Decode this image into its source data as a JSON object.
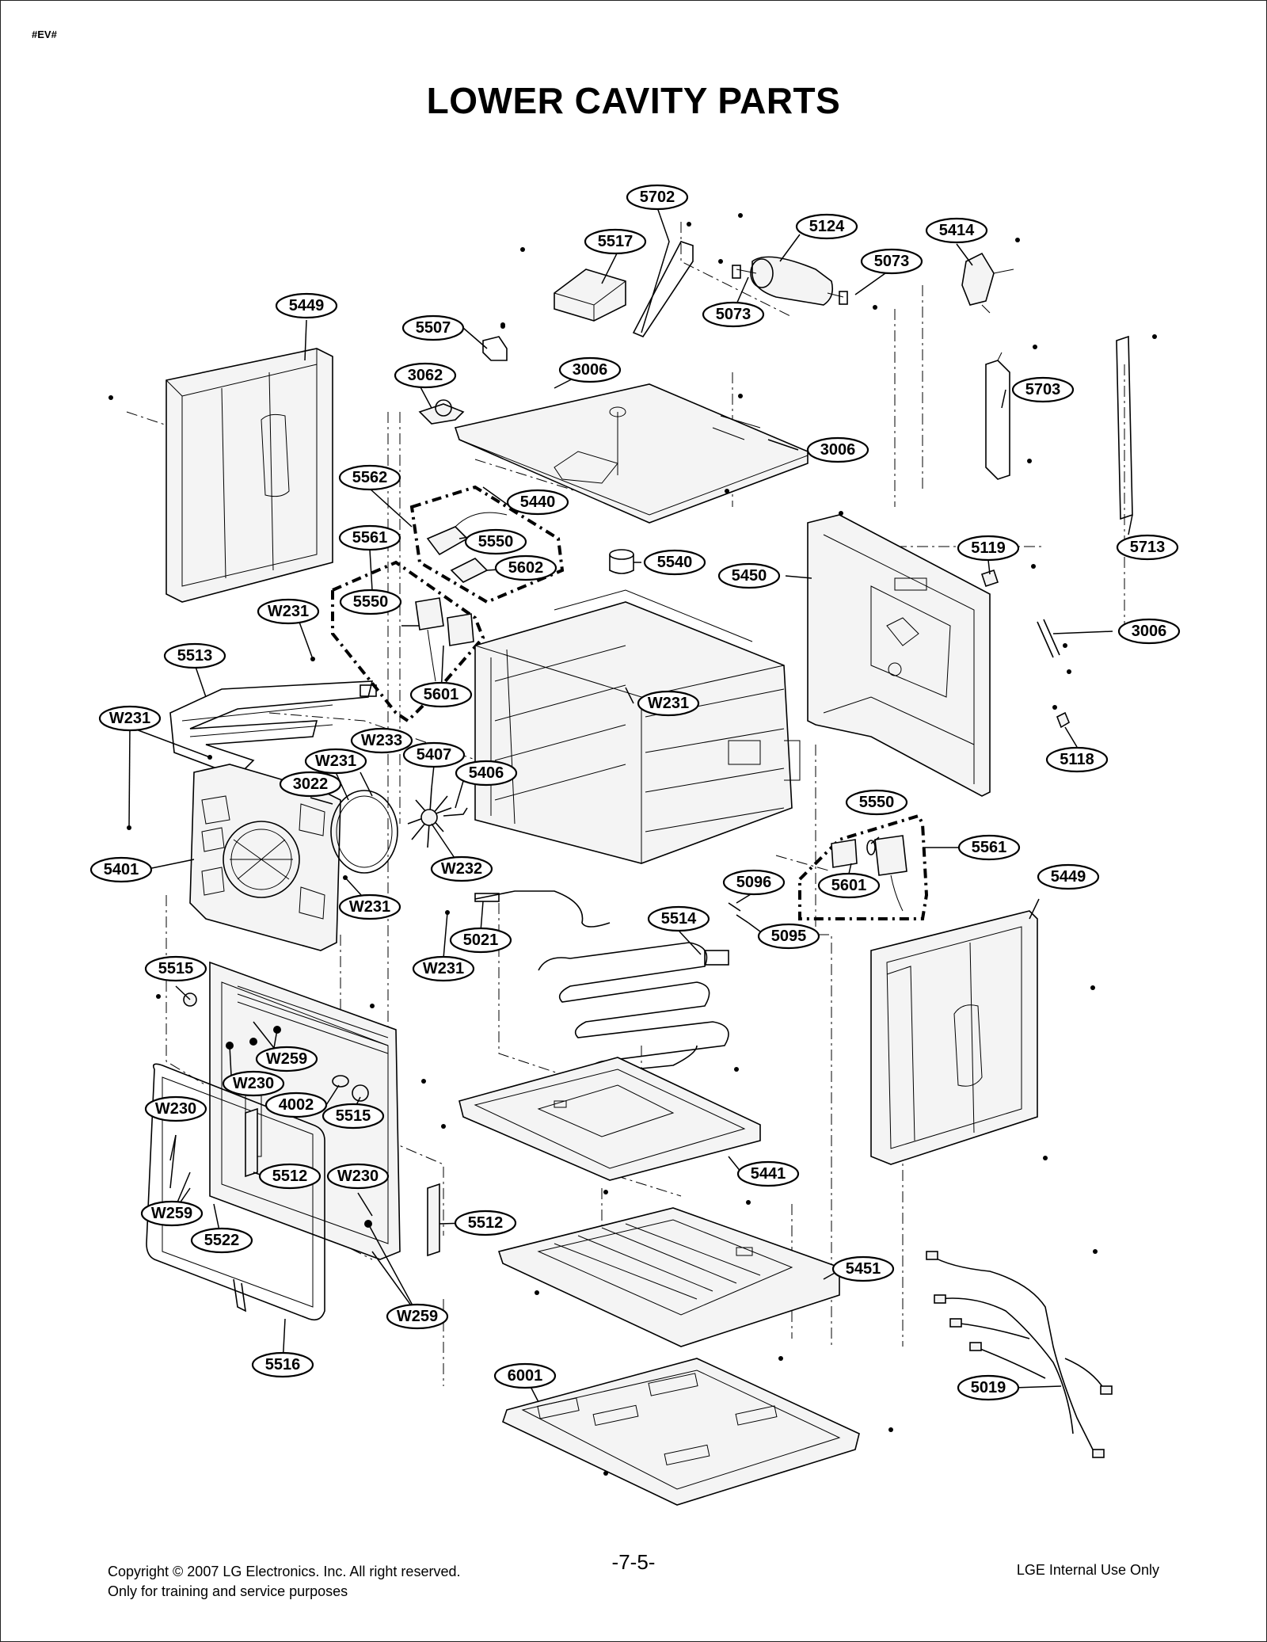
{
  "header": {
    "top_code": "#EV#",
    "title": "LOWER CAVITY PARTS"
  },
  "callouts": [
    "5702",
    "5517",
    "5124",
    "5414",
    "5073",
    "5073",
    "5449",
    "5507",
    "3062",
    "3006",
    "5703",
    "5713",
    "3006",
    "5562",
    "5440",
    "5550",
    "5602",
    "5561",
    "5540",
    "5450",
    "5119",
    "3006",
    "W231",
    "5550",
    "5513",
    "5601",
    "W231",
    "W231",
    "W233",
    "5407",
    "5406",
    "W231",
    "3022",
    "5118",
    "5550",
    "5561",
    "5401",
    "W232",
    "W231",
    "5601",
    "5096",
    "5449",
    "5514",
    "5095",
    "5021",
    "W231",
    "5515",
    "W259",
    "W230",
    "4002",
    "5515",
    "W230",
    "5512",
    "W230",
    "5441",
    "W259",
    "5512",
    "5522",
    "5451",
    "W259",
    "5516",
    "6001",
    "5019"
  ],
  "footer": {
    "copyright_line1": "Copyright © 2007 LG Electronics. Inc. All right reserved.",
    "copyright_line2": "Only for training and service purposes",
    "page_number": "-7-5-",
    "internal": "LGE Internal Use Only"
  }
}
